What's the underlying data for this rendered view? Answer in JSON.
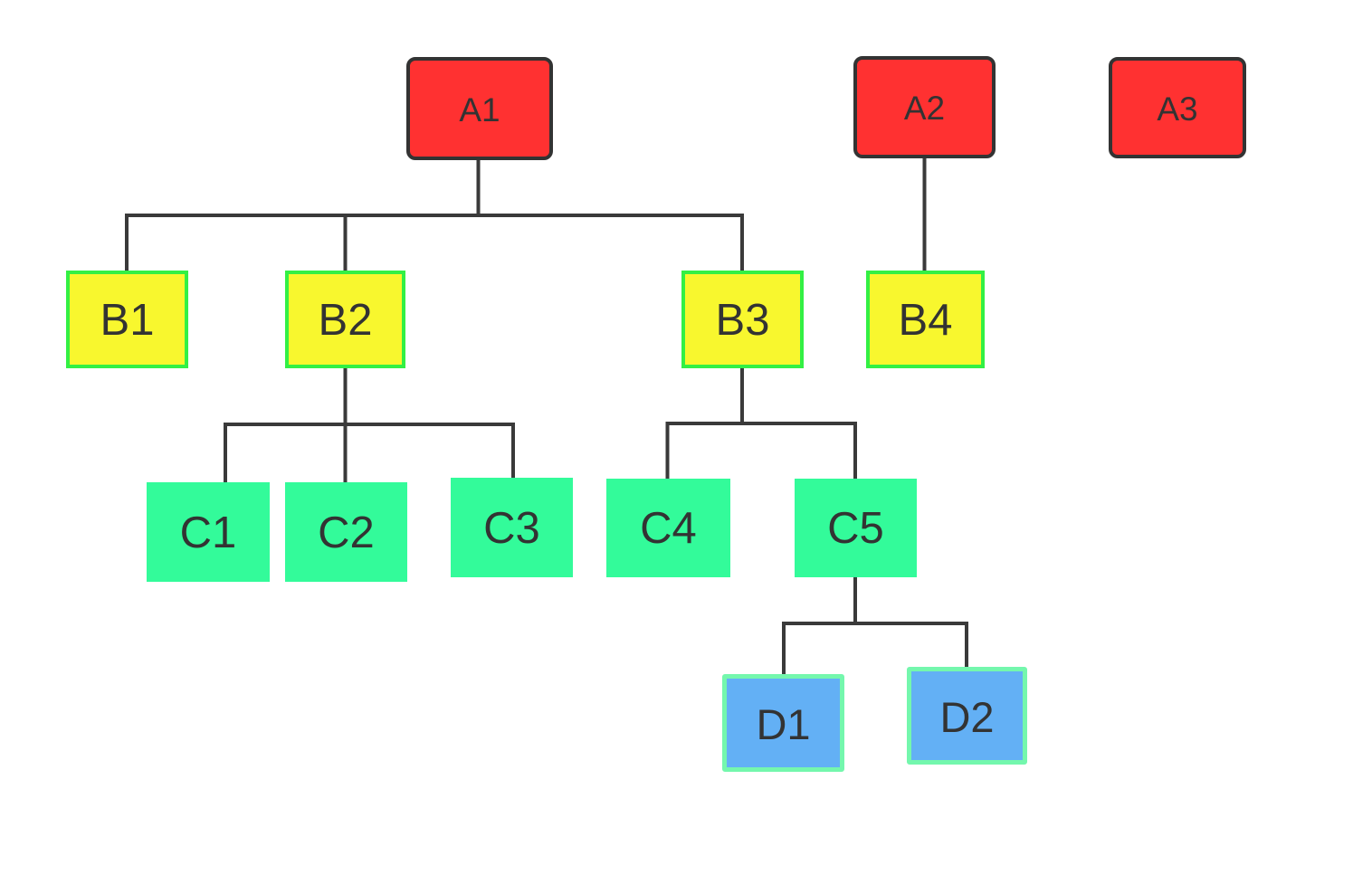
{
  "diagram": {
    "type": "tree-flowchart",
    "background_color": "#ffffff",
    "text_color": "#333333",
    "connector_color": "#3a3a3a",
    "levels": {
      "A": {
        "fill": "#ff3131",
        "border": "#333333",
        "shape": "rounded-rectangle"
      },
      "B": {
        "fill": "#f8f72e",
        "border": "#33f044",
        "shape": "rectangle"
      },
      "C": {
        "fill": "#33fb9a",
        "border": "none",
        "shape": "rectangle"
      },
      "D": {
        "fill": "#63b0f5",
        "border": "#74f7ad",
        "shape": "rectangle"
      }
    },
    "nodes": [
      {
        "id": "A1",
        "label": "A1",
        "level": "A"
      },
      {
        "id": "A2",
        "label": "A2",
        "level": "A"
      },
      {
        "id": "A3",
        "label": "A3",
        "level": "A"
      },
      {
        "id": "B1",
        "label": "B1",
        "level": "B"
      },
      {
        "id": "B2",
        "label": "B2",
        "level": "B"
      },
      {
        "id": "B3",
        "label": "B3",
        "level": "B"
      },
      {
        "id": "B4",
        "label": "B4",
        "level": "B"
      },
      {
        "id": "C1",
        "label": "C1",
        "level": "C"
      },
      {
        "id": "C2",
        "label": "C2",
        "level": "C"
      },
      {
        "id": "C3",
        "label": "C3",
        "level": "C"
      },
      {
        "id": "C4",
        "label": "C4",
        "level": "C"
      },
      {
        "id": "C5",
        "label": "C5",
        "level": "C"
      },
      {
        "id": "D1",
        "label": "D1",
        "level": "D"
      },
      {
        "id": "D2",
        "label": "D2",
        "level": "D"
      }
    ],
    "edges": [
      {
        "from": "A1",
        "to": "B1"
      },
      {
        "from": "A1",
        "to": "B2"
      },
      {
        "from": "A1",
        "to": "B3"
      },
      {
        "from": "A2",
        "to": "B4"
      },
      {
        "from": "B2",
        "to": "C1"
      },
      {
        "from": "B2",
        "to": "C2"
      },
      {
        "from": "B2",
        "to": "C3"
      },
      {
        "from": "B3",
        "to": "C4"
      },
      {
        "from": "B3",
        "to": "C5"
      },
      {
        "from": "C5",
        "to": "D1"
      },
      {
        "from": "C5",
        "to": "D2"
      }
    ]
  }
}
